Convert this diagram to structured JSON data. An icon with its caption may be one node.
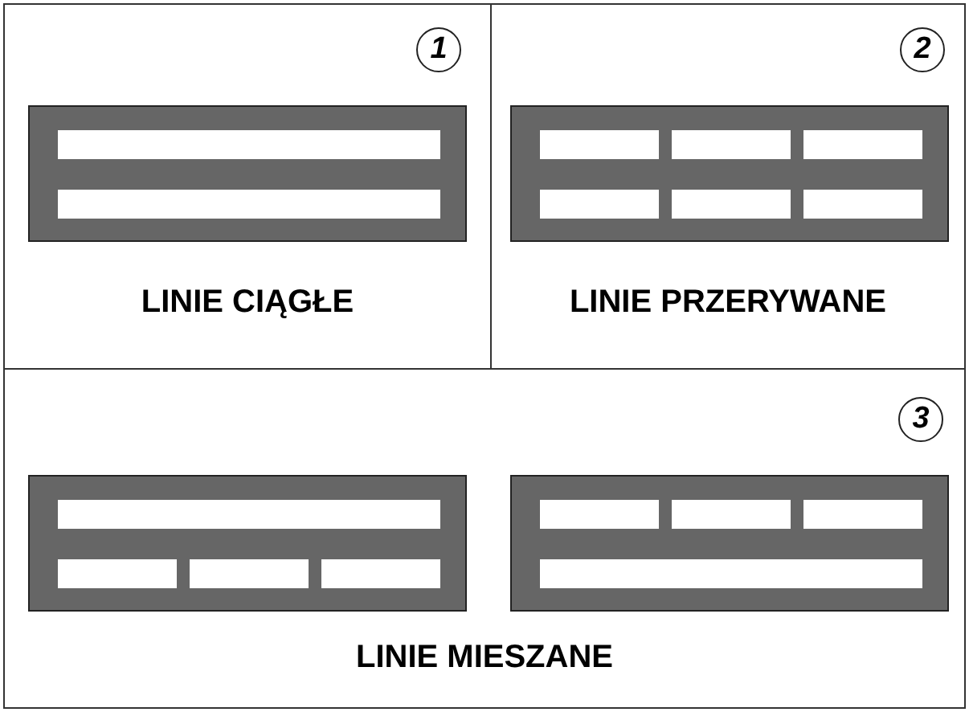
{
  "diagram": {
    "nodes": [
      {
        "text": [
          "LINIE CIĄGŁE"
        ]
      },
      {
        "text": [
          "1"
        ],
        "in": 0
      },
      {
        "text": [
          "LINIE PRZERYWANE"
        ]
      },
      {
        "text": [
          "2"
        ],
        "in": 2
      },
      {
        "text": [
          "LINIE MIESZANE"
        ]
      },
      {
        "text": [
          "3"
        ],
        "in": 4
      }
    ]
  }
}
